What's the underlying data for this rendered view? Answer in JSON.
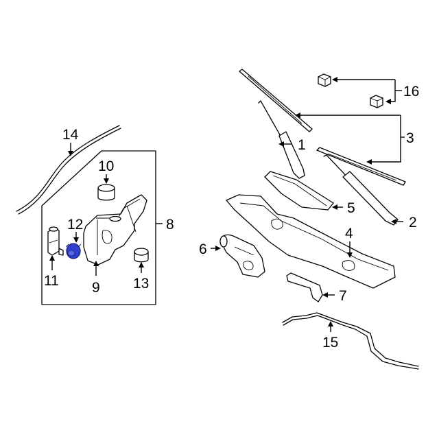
{
  "diagram": {
    "callouts": {
      "c1": "1",
      "c2": "2",
      "c3": "3",
      "c4": "4",
      "c5": "5",
      "c6": "6",
      "c7": "7",
      "c8": "8",
      "c9": "9",
      "c10": "10",
      "c11": "11",
      "c12": "12",
      "c13": "13",
      "c14": "14",
      "c15": "15",
      "c16": "16"
    },
    "colors": {
      "line": "#000000",
      "highlight": "#2f3fd0",
      "background": "#ffffff"
    }
  }
}
